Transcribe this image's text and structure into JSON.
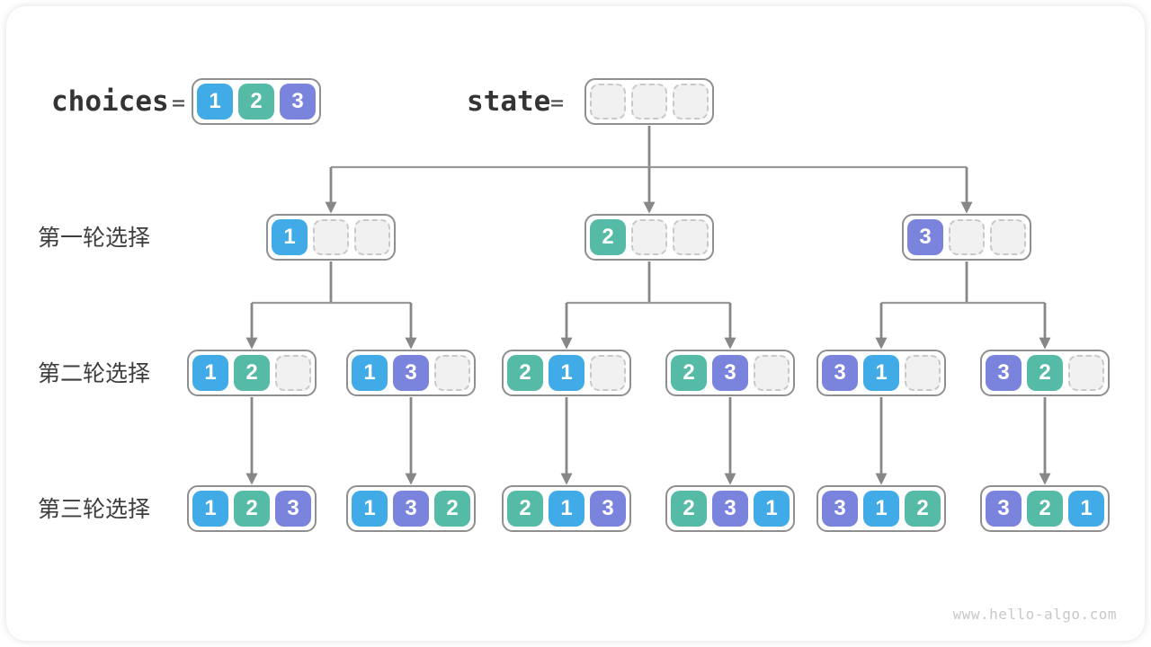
{
  "meta": {
    "watermark": "www.hello-algo.com"
  },
  "palette": {
    "value1": "#41abe7",
    "value2": "#56bba6",
    "value3": "#7b84dc",
    "empty_fill": "#f1f1f1",
    "empty_border": "#c9c9c9",
    "node_border": "#8f8f8f",
    "arrow": "#878787",
    "bus_line": "#999999"
  },
  "legend": {
    "choices": {
      "label": "choices",
      "equals": "=",
      "values": [
        1,
        2,
        3
      ]
    },
    "state": {
      "label": "state",
      "equals": "=",
      "values": [
        null,
        null,
        null
      ]
    }
  },
  "tree": {
    "rows": [
      {
        "label": "第一轮选择",
        "nodes": [
          [
            1,
            null,
            null
          ],
          [
            2,
            null,
            null
          ],
          [
            3,
            null,
            null
          ]
        ]
      },
      {
        "label": "第二轮选择",
        "nodes": [
          [
            1,
            2,
            null
          ],
          [
            1,
            3,
            null
          ],
          [
            2,
            1,
            null
          ],
          [
            2,
            3,
            null
          ],
          [
            3,
            1,
            null
          ],
          [
            3,
            2,
            null
          ]
        ]
      },
      {
        "label": "第三轮选择",
        "nodes": [
          [
            1,
            2,
            3
          ],
          [
            1,
            3,
            2
          ],
          [
            2,
            1,
            3
          ],
          [
            2,
            3,
            1
          ],
          [
            3,
            1,
            2
          ],
          [
            3,
            2,
            1
          ]
        ]
      }
    ]
  }
}
